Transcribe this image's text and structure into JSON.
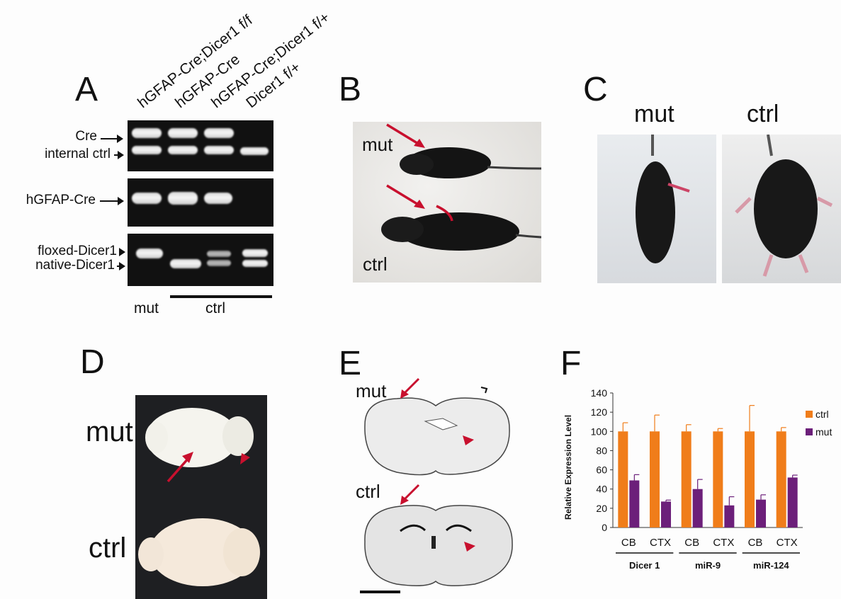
{
  "panels": {
    "A": {
      "letter": "A",
      "lanes": [
        "hGFAP-Cre;Dicer1 f/f",
        "hGFAP-Cre",
        "hGFAP-Cre;Dicer1 f/+",
        "Dicer1 f/+"
      ],
      "band_labels": {
        "cre": "Cre",
        "internal": "internal ctrl",
        "hgfap": "hGFAP-Cre",
        "floxed": "floxed-Dicer1",
        "native": "native-Dicer1"
      },
      "bottom": {
        "mut": "mut",
        "ctrl": "ctrl"
      }
    },
    "B": {
      "letter": "B",
      "mut": "mut",
      "ctrl": "ctrl"
    },
    "C": {
      "letter": "C",
      "mut": "mut",
      "ctrl": "ctrl"
    },
    "D": {
      "letter": "D",
      "mut": "mut",
      "ctrl": "ctrl"
    },
    "E": {
      "letter": "E",
      "mut": "mut",
      "ctrl": "ctrl"
    },
    "F": {
      "letter": "F"
    }
  },
  "colors": {
    "ctrl": "#f07d1a",
    "mut": "#6c1f7a",
    "arrow_red": "#c8102e"
  },
  "chart_data": {
    "type": "bar",
    "ylabel": "Relative Expression Level",
    "ylim": [
      0,
      140
    ],
    "yticks": [
      0,
      20,
      40,
      60,
      80,
      100,
      120,
      140
    ],
    "categories": [
      "CB",
      "CTX",
      "CB",
      "CTX",
      "CB",
      "CTX"
    ],
    "groups": [
      {
        "name": "Dicer 1",
        "span": [
          0,
          1
        ]
      },
      {
        "name": "miR-9",
        "span": [
          2,
          3
        ]
      },
      {
        "name": "miR-124",
        "span": [
          4,
          5
        ]
      }
    ],
    "series": [
      {
        "name": "ctrl",
        "values": [
          100,
          100,
          100,
          100,
          100,
          100
        ],
        "errors": [
          9,
          17,
          7,
          3,
          27,
          4
        ]
      },
      {
        "name": "mut",
        "values": [
          49,
          27,
          40,
          23,
          29,
          52
        ],
        "errors": [
          6,
          1.5,
          10,
          9,
          5,
          2.5
        ]
      }
    ],
    "legend_position": "top-right"
  }
}
